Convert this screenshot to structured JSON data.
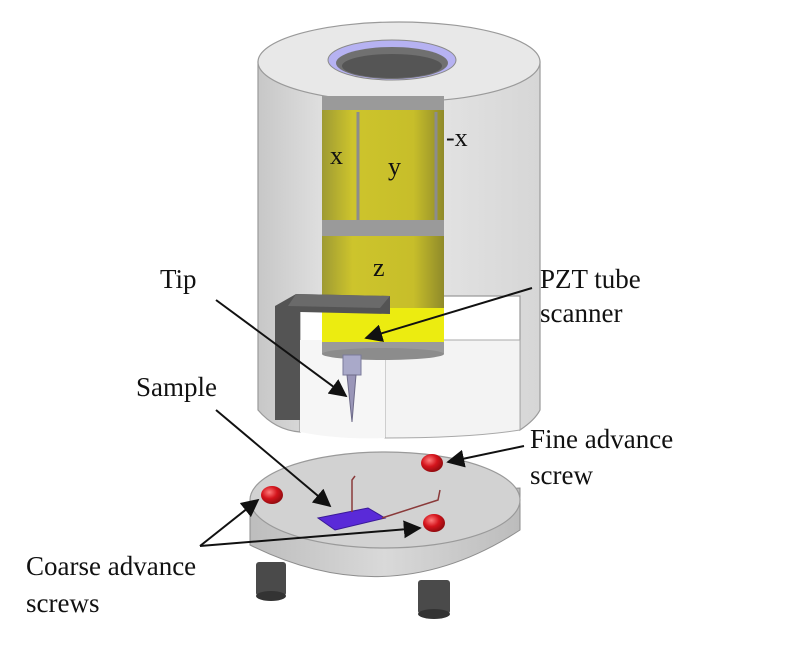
{
  "diagram": {
    "part_labels": {
      "x": "x",
      "y": "y",
      "neg_x": "-x",
      "z": "z"
    },
    "callouts": {
      "tip": "Tip",
      "pzt_line1": "PZT tube",
      "pzt_line2": "scanner",
      "sample": "Sample",
      "fine_line1": "Fine advance",
      "fine_line2": "screw",
      "coarse_line1": "Coarse advance",
      "coarse_line2": "screws"
    },
    "colors": {
      "housing": "#e3e3e3",
      "housing_edge": "#9a9a9a",
      "scanner_yellow": "#c9c02a",
      "scanner_shadow": "#8f8a2a",
      "scanner_band": "#9a9a9a",
      "bright_yellow": "#ecec10",
      "bracket": "#545454",
      "sample": "#5a2ad8",
      "screw_red": "#d4141c",
      "leg": "#4a4a4a",
      "platform": "#d2d2d2",
      "inner_ring": "#b6b2f2"
    }
  }
}
